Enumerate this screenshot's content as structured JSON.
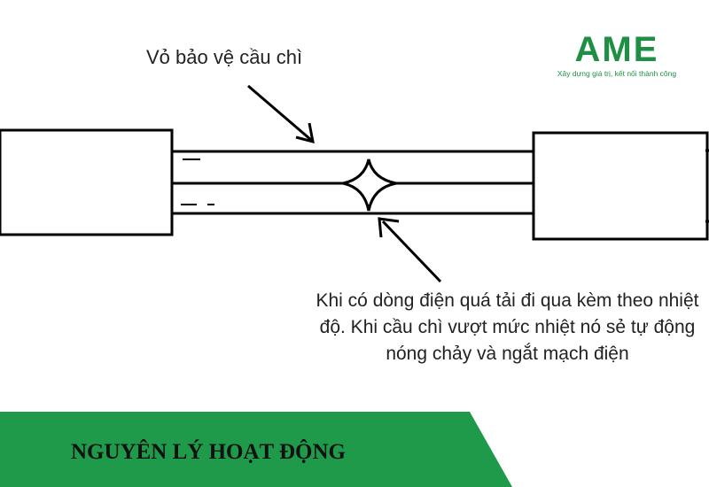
{
  "diagram": {
    "label_top": "Vỏ bảo vệ cầu chì",
    "note": "Khi có dòng điện quá tải đi qua kèm theo nhiệt độ. Khi cầu chì vượt mức nhiệt nó sẻ tự động nóng chảy và ngắt mạch điện"
  },
  "logo": {
    "text": "AME",
    "tagline": "Xây dựng giá trị, kết nối thành công",
    "color": "#1f8f45"
  },
  "banner": {
    "title": "NGUYÊN LÝ HOẠT ĐỘNG",
    "color": "#1f9a4b"
  }
}
